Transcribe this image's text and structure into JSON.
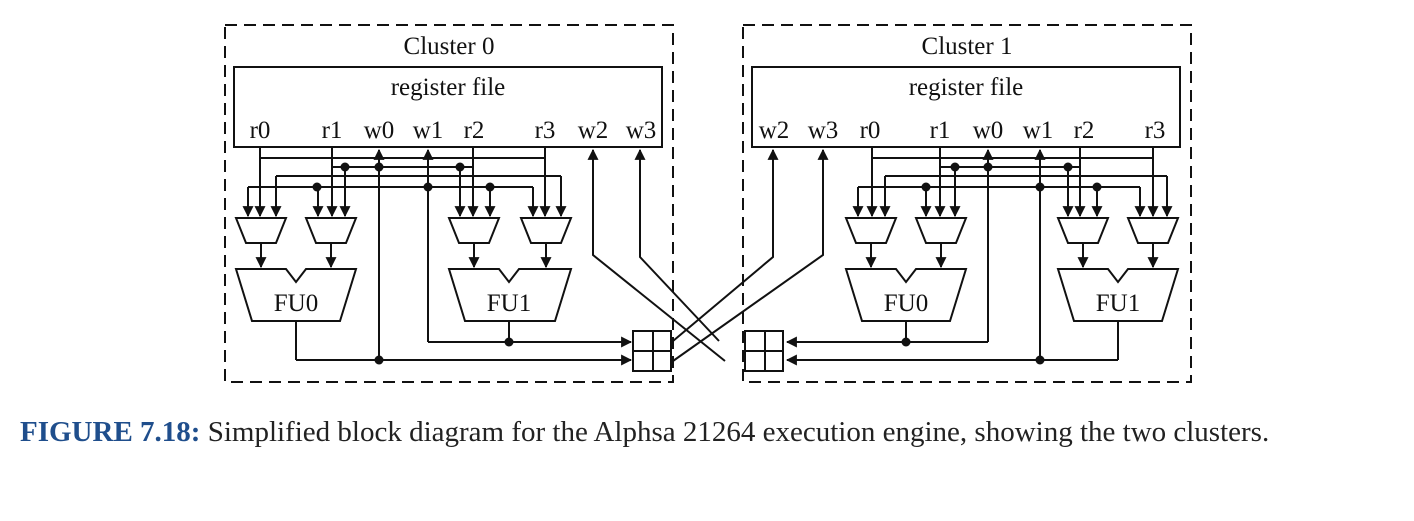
{
  "diagram": {
    "clusters": [
      {
        "title": "Cluster 0",
        "register_file_label": "register file",
        "ports": [
          "r0",
          "r1",
          "w0",
          "w1",
          "r2",
          "r3",
          "w2",
          "w3"
        ],
        "units": [
          "FU0",
          "FU1"
        ]
      },
      {
        "title": "Cluster 1",
        "register_file_label": "register file",
        "ports": [
          "w2",
          "w3",
          "r0",
          "r1",
          "w0",
          "w1",
          "r2",
          "r3"
        ],
        "units": [
          "FU0",
          "FU1"
        ]
      }
    ]
  },
  "caption": {
    "label": "FIGURE 7.18:",
    "text": "Simplified block diagram for the Alphsa 21264 execution engine, showing the two clusters."
  }
}
